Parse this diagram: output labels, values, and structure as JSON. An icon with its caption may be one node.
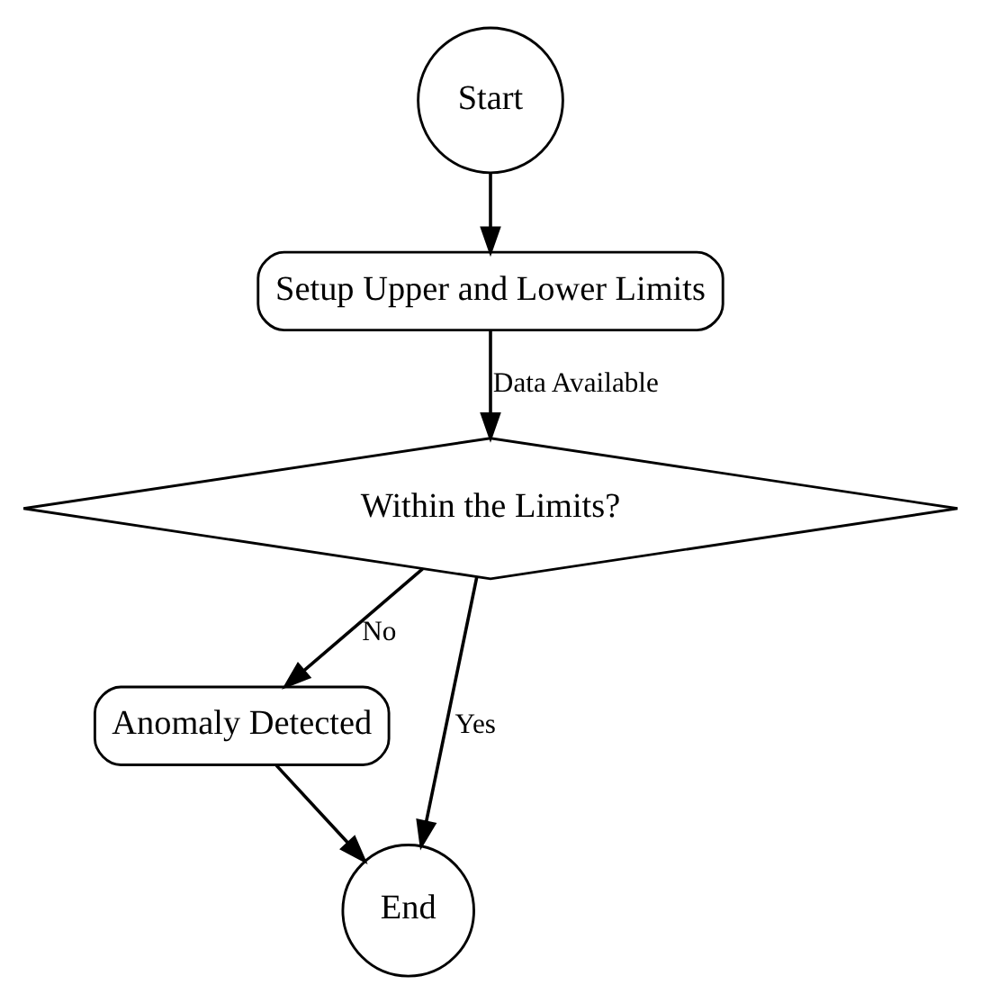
{
  "diagram": {
    "nodes": [
      {
        "text": [
          "Start"
        ]
      },
      {
        "text": [
          "Setup Upper and Lower Limits"
        ]
      },
      {
        "text": [
          "Within the Limits?"
        ]
      },
      {
        "text": [
          "Anomaly Detected"
        ]
      },
      {
        "text": [
          "End"
        ]
      }
    ],
    "edges": [
      {
        "from": 0,
        "to": 1,
        "arrow": "to"
      },
      {
        "from": 1,
        "to": 2,
        "arrow": "to",
        "label": "Data Available"
      },
      {
        "from": 2,
        "to": 3,
        "arrow": "to",
        "label": "No"
      },
      {
        "from": 2,
        "to": 4,
        "arrow": "to",
        "label": "Yes"
      },
      {
        "from": 3,
        "to": 4,
        "arrow": "to"
      }
    ]
  }
}
